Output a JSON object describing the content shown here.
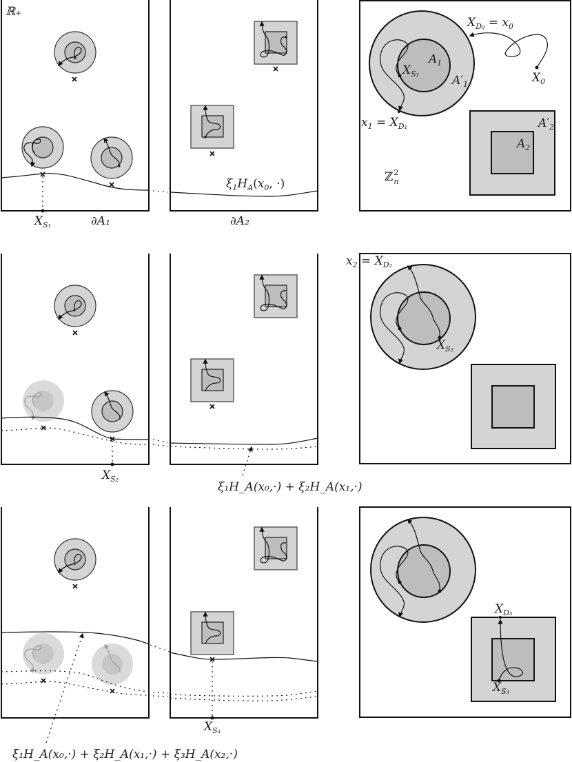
{
  "figure": {
    "description": "Three-row schematic of a random walk on Z_n^2 with sets A1, A2 and their neighbourhoods A1', A2', alongside half-line (R_+) panels for boundaries dA1 and dA2 showing accumulated harmonic measure curves",
    "colors": {
      "outer_fill": "#d4d4d4",
      "inner_fill": "#bdbdbd",
      "stroke": "#111111",
      "faded_fill": "#dadada"
    }
  },
  "labels": {
    "r_plus": "ℝ₊",
    "z_n2": "ℤ²ₙ",
    "z_n2_base": "ℤ",
    "z_n2_sup": "2",
    "z_n2_sub": "n",
    "dA1": "∂A₁",
    "dA2": "∂A₂"
  },
  "rows": [
    {
      "index": 1,
      "left_bottom_label": {
        "main": "X",
        "sub": "S₁"
      },
      "curve_label": "ξ₁H_A(x₀,·)",
      "curve_label_parts": {
        "xi": "ξ",
        "xi_sub": "1",
        "H": "H",
        "H_sub": "A",
        "args": "(x₀, ·)"
      },
      "right_labels": {
        "xd0": "X_{D₀} = x₀",
        "xd0_main": "X",
        "xd0_sub": "D₀",
        "xd0_rhs": " = x₀",
        "x0": "X₀",
        "x0_main": "X",
        "x0_sub": "0",
        "xs1_main": "X",
        "xs1_sub": "S₁",
        "a1": "A₁",
        "a1p": "A′₁",
        "a2": "A₂",
        "a2p": "A′₂",
        "x1": "x₁ = X_{D₁}",
        "x1_lhs": "x₁ = X",
        "x1_sub": "D₁"
      }
    },
    {
      "index": 2,
      "left_bottom_label": {
        "main": "X",
        "sub": "S₂"
      },
      "curve_label": "ξ₁H_A(x₀,·) + ξ₂H_A(x₁,·)",
      "right_labels": {
        "x2_lhs": "x₂ = X",
        "x2_sub": "D₂",
        "xs2_main": "X",
        "xs2_sub": "S₂"
      }
    },
    {
      "index": 3,
      "left_bottom_label": {
        "main": "X",
        "sub": "S₃"
      },
      "curve_label": "ξ₁H_A(x₀,·) + ξ₂H_A(x₁,·) + ξ₃H_A(x₂,·)",
      "right_labels": {
        "xd3_main": "X",
        "xd3_sub": "D₃",
        "xs3_main": "X",
        "xs3_sub": "S₃"
      }
    }
  ]
}
